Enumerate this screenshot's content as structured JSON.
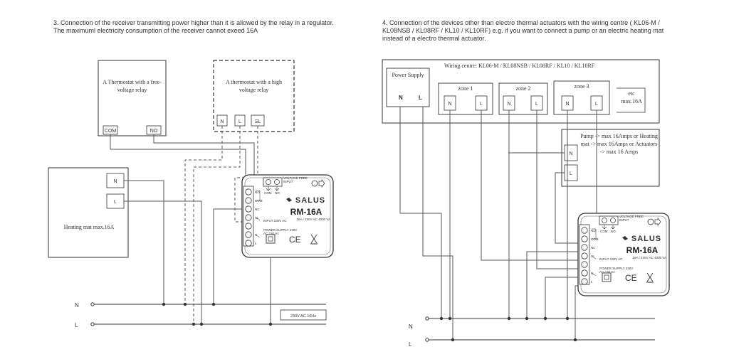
{
  "left_diagram": {
    "caption": "3. Connection of the receiver transmitting power higher than it is allowed by the relay in a regulator. The maximuml electricity consumption of the receiver cannot exeed 16A",
    "thermostat_free": "A Thermostat with a free-voltage relay",
    "thermostat_high": "A thermostat with a high voltage relay",
    "term_com": "COM",
    "term_no": "NO",
    "term_n": "N",
    "term_l": "L",
    "term_sl": "SL",
    "heating_mat": "Heating mat max.16A",
    "line_n": "N",
    "line_l": "L",
    "supply_label": "230V AC 10Hz"
  },
  "right_diagram": {
    "caption": "4. Connection of the devices other than electro thermal actuators with the wiring centre ( KL06-M / KL08NSB / KL08RF / KL10 / KL10RF) e.g. if you want to connect a pump or an electric heating mat instead of a electro thermal actuator.",
    "wiring_centre": "Wiring centre: KL06-M / KL08NSB / KL08RF / KL10 / KL10RF",
    "power_supply": "Power Supply",
    "ps_n": "N",
    "ps_l": "L",
    "zone1": "zone 1",
    "zone2": "zone 2",
    "zone3": "zone 3",
    "etc": "etc max.16A",
    "term_n": "N",
    "term_l": "L",
    "device_text": "Pump -> max 16Amps or Heating mat -> max 16Amps or Actuators -> max 16 Amps",
    "line_n": "N",
    "line_l": "L"
  },
  "relay": {
    "brand": "SALUS",
    "model": "RM-16A",
    "voltage_free": "VOLTAGE FREE INPUT",
    "com": "COM",
    "no": "NO",
    "rating": "16A / 230V AC 4000 VA",
    "input": "INPUT 230V AC",
    "power_supply": "POWER SUPPLY 230V AC / 50 Hz",
    "t_no": "NO",
    "t_com": "COM",
    "t_nc": "NC",
    "t_sl": "SL",
    "t_n": "N",
    "t_l": "L",
    "ce": "CE"
  }
}
